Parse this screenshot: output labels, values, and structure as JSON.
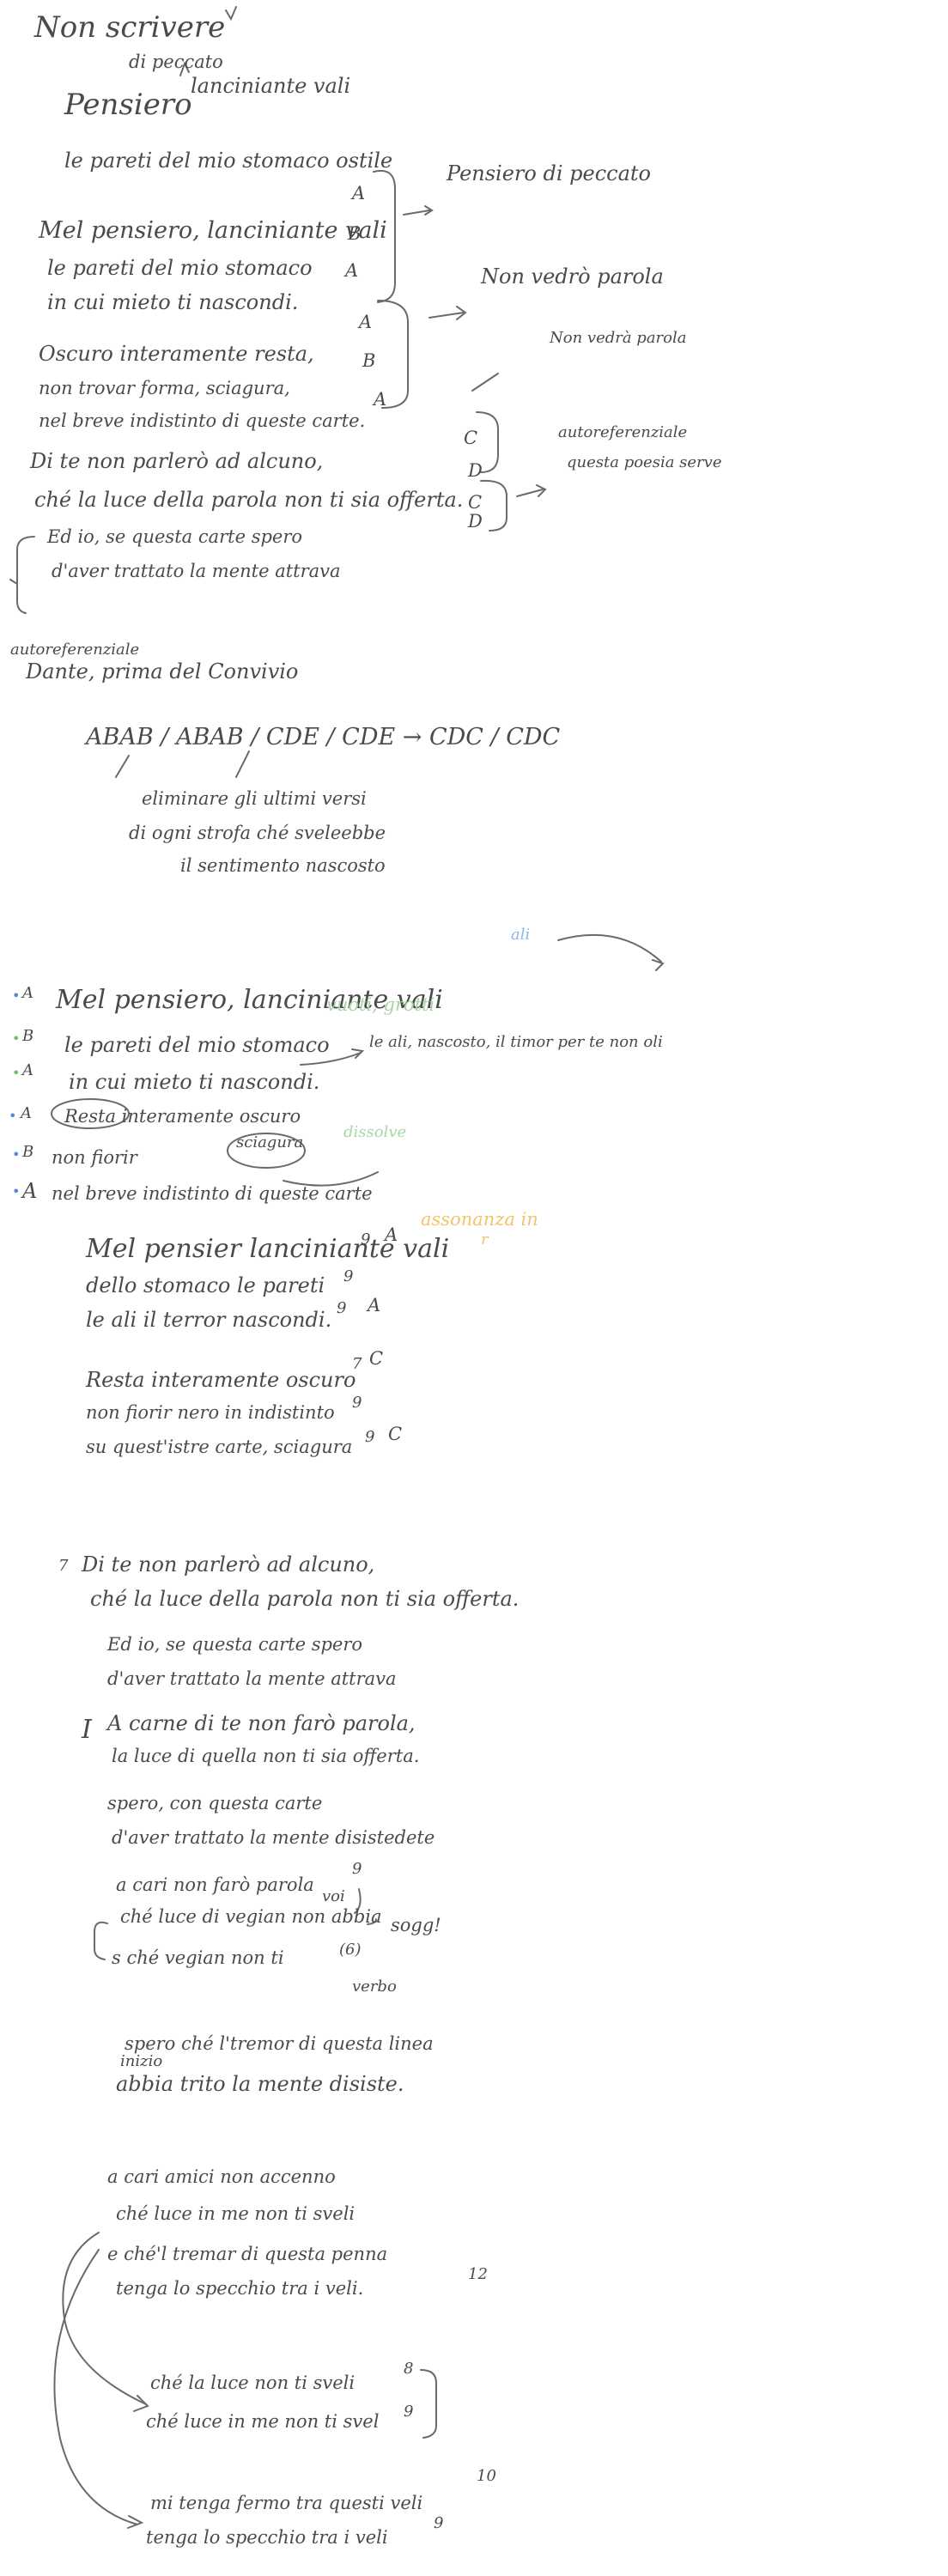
{
  "top": {
    "line1": "Non scrivere",
    "line1b": "di peccato",
    "line2a": "Pensiero",
    "line2b": "lanciniante vali",
    "line3": "le pareti del mio stomaco ostile"
  },
  "stanza1": [
    {
      "text": "Mel pensiero, lanciniante vali",
      "rhyme": "A"
    },
    {
      "text": "le pareti del mio stomaco",
      "rhyme": "B"
    },
    {
      "text": "in cui mieto ti nascondi.",
      "rhyme": "A"
    },
    {
      "text": "Oscuro interamente resta,",
      "rhyme": "A"
    },
    {
      "text": "non trovar forma, sciagura,",
      "rhyme": "B"
    },
    {
      "text": "nel breve indistinto di queste carte.",
      "rhyme": "A"
    },
    {
      "text": "Di te non parlerò ad alcuno,",
      "rhyme": "C"
    },
    {
      "text": "ché la luce della parola non ti sia offerta.",
      "rhyme": "D"
    },
    {
      "text": "Ed io, se questa carte spero",
      "rhyme": "C"
    },
    {
      "text": "d'aver trattato la mente attrava",
      "rhyme": "D"
    }
  ],
  "notes1": {
    "n1": "Pensiero di peccato",
    "n2": "Non vedrò parola",
    "n3": "Non vedrà parola",
    "n4a": "autoreferenziale",
    "n4b": "questa poesia serve",
    "left1": "autoreferenziale",
    "left2": "Dante, prima del Convivio"
  },
  "scheme": {
    "text": "ABAB / ABAB / CDE / CDE → CDC / CDC",
    "note1": "eliminare gli ultimi versi",
    "note2": "di ogni strofa ché sveleebbe",
    "note3": "il sentimento nascosto"
  },
  "stanza2": {
    "ali": "ali",
    "lines": [
      {
        "mark": "A",
        "text": "Mel pensiero, lanciniante vali"
      },
      {
        "mark": "B",
        "text": "le pareti del mio stomaco",
        "add": "vuoti, grotti"
      },
      {
        "mark": "A",
        "text": "in cui mieto ti nascondi.",
        "add": "le ali, nascosto, il timor per te non oli"
      },
      {
        "mark": "A",
        "text": "Resta interamente oscuro"
      },
      {
        "mark": "B",
        "text": "non fiorir"
      },
      {
        "mark": "A",
        "text": "nel breve indistinto di queste carte",
        "add": "sciagura"
      }
    ],
    "dissolve": "dissolve",
    "assonanza": "assonanza in",
    "assonanza2": "r"
  },
  "stanza3": [
    {
      "text": "Mel pensier lanciniante vali",
      "n": "9",
      "r": "A"
    },
    {
      "text": "dello stomaco le pareti",
      "n": "9",
      "r": ""
    },
    {
      "text": "le ali il terror nascondi.",
      "n": "9",
      "r": "A"
    },
    {
      "text": "Resta interamente oscuro",
      "n": "7",
      "r": "C"
    },
    {
      "text": "non fiorir nero in indistinto",
      "n": "9",
      "r": ""
    },
    {
      "text": "su quest'istre carte, sciagura",
      "n": "9",
      "r": "C"
    }
  ],
  "stanza4": {
    "a": [
      {
        "text": "Di te non parlerò ad alcuno,",
        "n": "7"
      },
      {
        "text": "ché la luce della parola non ti sia offerta.",
        "n": ""
      },
      {
        "text": "Ed io, se questa carte spero",
        "n": ""
      },
      {
        "text": "d'aver trattato la mente attrava",
        "n": ""
      }
    ],
    "b": [
      {
        "text": "A carne di te non farò parola,",
        "n": "I"
      },
      {
        "text": "la luce di quella non ti sia offerta.",
        "n": ""
      },
      {
        "text": "spero, con questa carte",
        "n": ""
      },
      {
        "text": "d'aver trattato la mente disistedete",
        "n": ""
      }
    ],
    "c": [
      {
        "text": "a cari non farò parola",
        "n": "9"
      },
      {
        "text": "ché luce di vegian non abbia",
        "n": ""
      }
    ],
    "sogg": "sogg!",
    "voi": "voi",
    "d1": "s ché vegian non ti",
    "d1n": "(6)",
    "d2": "verbo",
    "e": [
      {
        "text": "spero ché l'tremor di questa linea"
      },
      {
        "text": "abbia trito la mente disiste."
      }
    ],
    "e0": "inizio"
  },
  "final": {
    "a": [
      {
        "text": "a cari amici non accenno",
        "n": ""
      },
      {
        "text": "ché luce in me non ti sveli",
        "n": ""
      },
      {
        "text": "e ché'l tremar di questa penna",
        "n": ""
      },
      {
        "text": "tenga lo specchio tra i veli.",
        "n": "12"
      }
    ],
    "b": [
      {
        "text": "ché la luce non ti sveli",
        "n": "8"
      },
      {
        "text": "ché luce in me non ti svel",
        "n": "9"
      }
    ],
    "c": [
      {
        "text": "mi tenga fermo tra questi veli",
        "n": "10"
      },
      {
        "text": "tenga lo specchio tra i veli",
        "n": "9"
      }
    ]
  }
}
